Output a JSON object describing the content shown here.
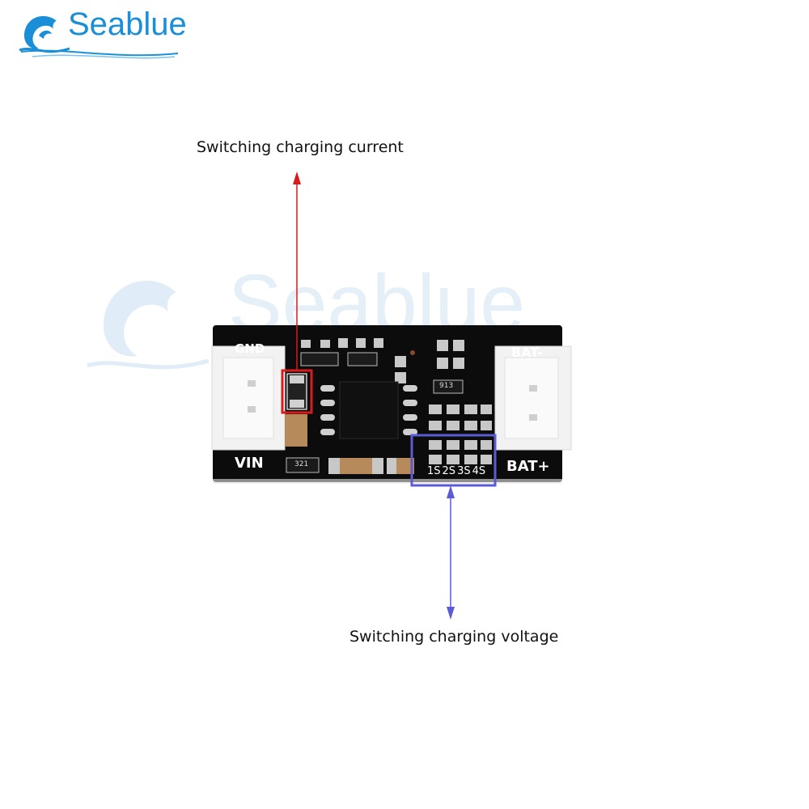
{
  "brand": {
    "name": "Seablue",
    "watermark": "Seablue"
  },
  "annotations": {
    "current": {
      "label": "Switching charging current",
      "color": "#d81b1b"
    },
    "voltage": {
      "label": "Switching charging voltage",
      "color": "#5b5bd6"
    }
  },
  "board": {
    "pins": {
      "gnd": "GND",
      "vin": "VIN",
      "bat_minus": "BAT-",
      "bat_plus": "BAT+"
    },
    "voltage_options": [
      "1S",
      "2S",
      "3S",
      "4S"
    ],
    "component_codes": {
      "resistor_top": "913",
      "resistor_bottom": "321"
    },
    "pcb_color": "#0c0c0c",
    "connector_color": "#f1f1f1"
  }
}
